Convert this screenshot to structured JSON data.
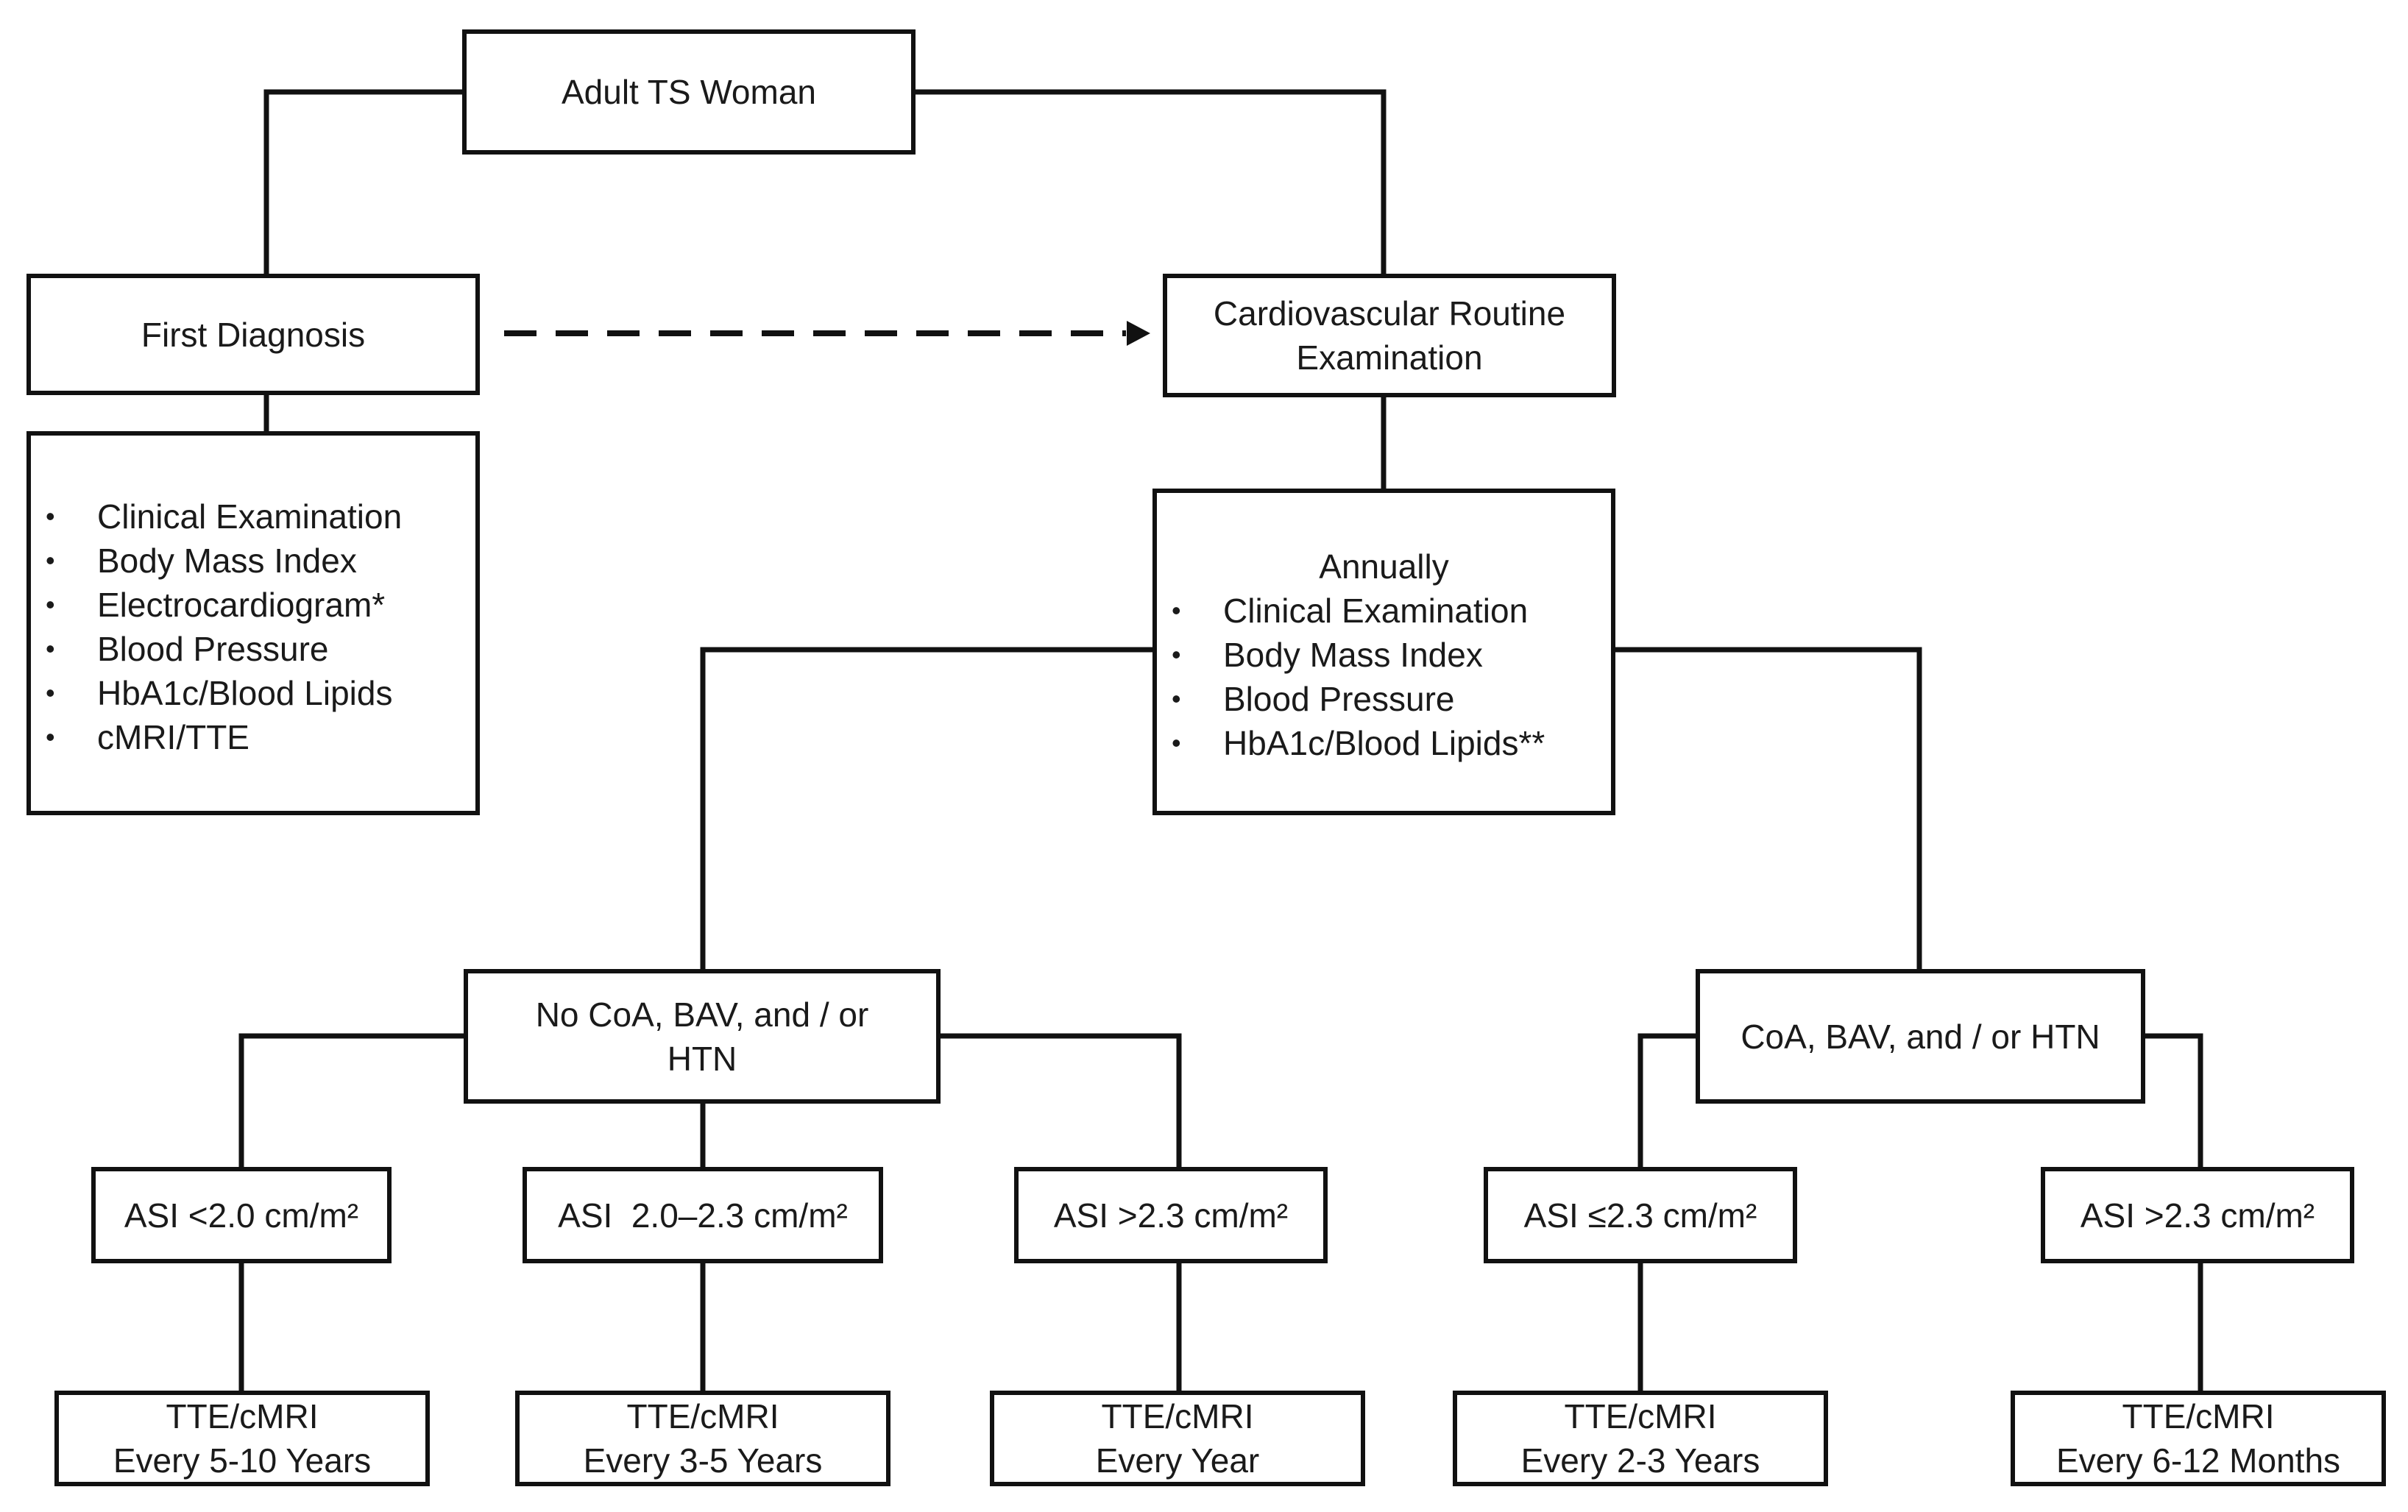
{
  "diagram": {
    "root": {
      "label": "Adult TS Woman"
    },
    "first_diagnosis": {
      "label": "First Diagnosis",
      "items": [
        "Clinical Examination",
        "Body Mass Index",
        "Electrocardiogram*",
        "Blood Pressure",
        "HbA1c/Blood Lipids",
        "cMRI/TTE"
      ]
    },
    "routine": {
      "label_line1": "Cardiovascular Routine",
      "label_line2": "Examination"
    },
    "annual": {
      "heading": "Annually",
      "items": [
        "Clinical Examination",
        "Body Mass Index",
        "Blood Pressure",
        "HbA1c/Blood Lipids**"
      ]
    },
    "no_risk": {
      "line1": "No CoA, BAV, and / or",
      "line2": "HTN"
    },
    "risk": {
      "label": "CoA, BAV, and / or HTN"
    },
    "asi": [
      "ASI <2.0 cm/m²",
      "ASI  2.0–2.3 cm/m²",
      "ASI >2.3 cm/m²",
      "ASI ≤2.3 cm/m²",
      "ASI >2.3 cm/m²"
    ],
    "followup": [
      {
        "line1": "TTE/cMRI",
        "line2": "Every 5-10 Years"
      },
      {
        "line1": "TTE/cMRI",
        "line2": "Every 3-5 Years"
      },
      {
        "line1": "TTE/cMRI",
        "line2": "Every Year"
      },
      {
        "line1": "TTE/cMRI",
        "line2": "Every 2-3 Years"
      },
      {
        "line1": "TTE/cMRI",
        "line2": "Every 6-12 Months"
      }
    ]
  }
}
